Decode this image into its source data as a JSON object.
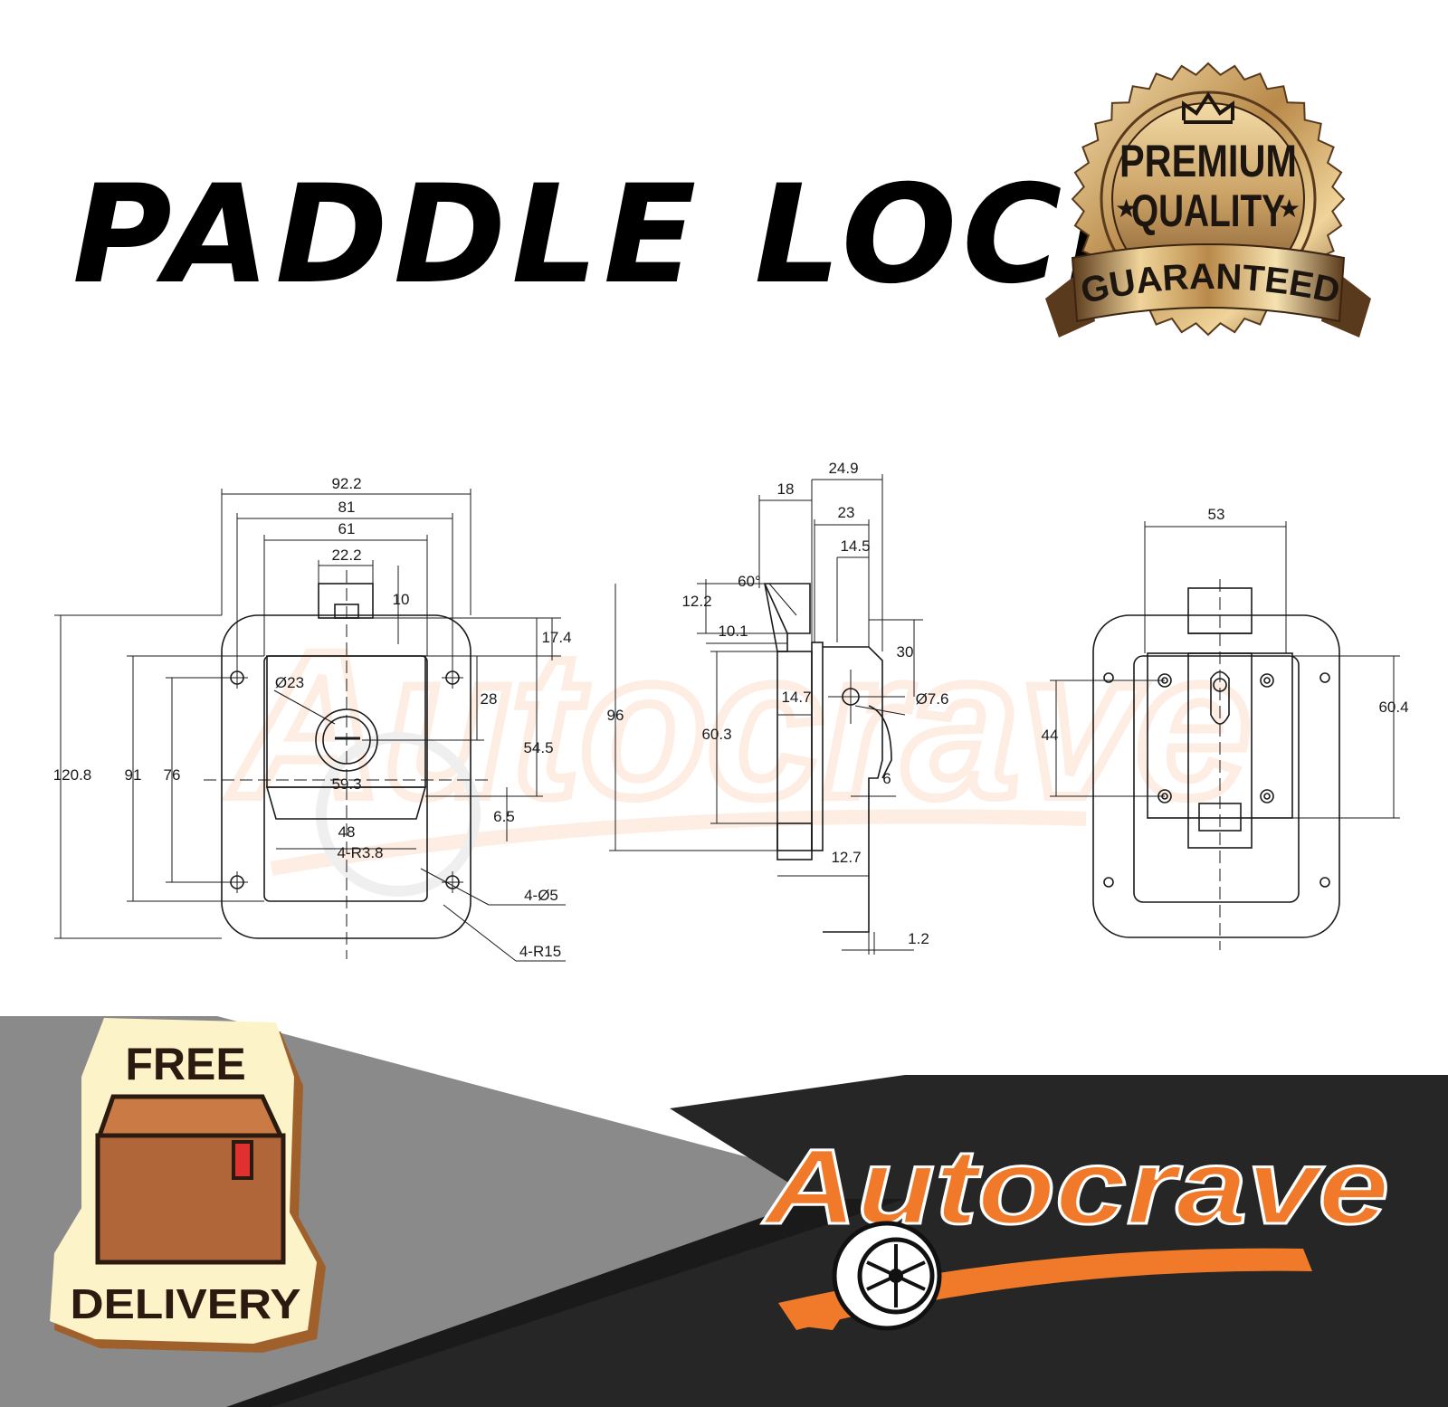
{
  "title": "PADDLE LOCK",
  "badge": {
    "line1": "PREMIUM",
    "line2": "QUALITY",
    "ribbon": "GUARANTEED",
    "colors": {
      "gold_light": "#f3d9a0",
      "gold_mid": "#b98a4a",
      "gold_dark": "#5a3a1c",
      "ink": "#1c1510"
    }
  },
  "drawing": {
    "front": {
      "dims": [
        "92.2",
        "81",
        "61",
        "22.2",
        "10",
        "17.4",
        "28",
        "54.5",
        "Ø23",
        "59.3",
        "6.5",
        "48",
        "4-R3.8",
        "4-Ø5",
        "4-R15",
        "120.8",
        "91",
        "76"
      ]
    },
    "side": {
      "dims": [
        "18",
        "24.9",
        "23",
        "14.5",
        "60°",
        "12.2",
        "10.1",
        "30",
        "14.7",
        "Ø7.6",
        "96",
        "60.3",
        "6",
        "12.7",
        "1.2"
      ]
    },
    "back": {
      "dims": [
        "53",
        "44",
        "60.4"
      ]
    },
    "watermark": "Autocrave"
  },
  "footer": {
    "free": "FREE",
    "delivery": "DELIVERY",
    "brand": "Autocrave",
    "colors": {
      "gray": "#8a8a8a",
      "dark": "#262626",
      "orange": "#f07a2a",
      "box": "#b1663a",
      "cream": "#fdf3c9"
    }
  }
}
